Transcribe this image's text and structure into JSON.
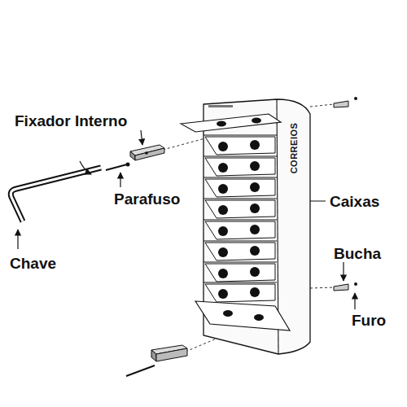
{
  "diagram": {
    "nodes": [
      {
        "text": [
          "CORREIOS"
        ]
      }
    ],
    "labels": [
      "Fixador Interno",
      "Parafuso",
      "Chave",
      "Caixas",
      "Bucha",
      "Furo"
    ]
  }
}
